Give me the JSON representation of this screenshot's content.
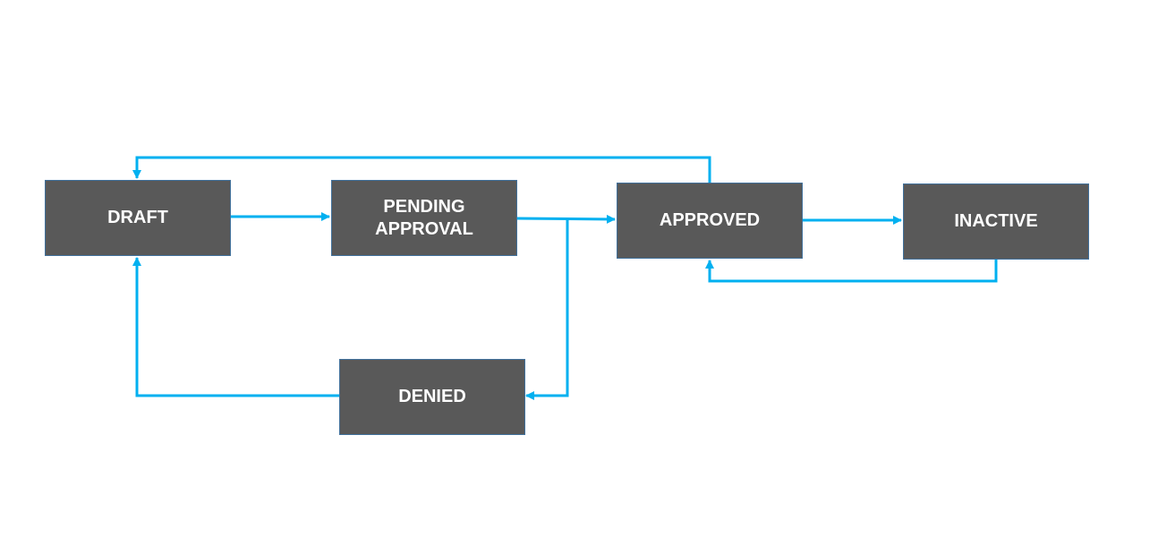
{
  "diagram": {
    "type": "state-transition-flowchart",
    "colors": {
      "box_fill": "#595959",
      "box_text": "#ffffff",
      "connector": "#00b0f0",
      "background": "#ffffff"
    },
    "states": [
      {
        "id": "draft",
        "label": "DRAFT"
      },
      {
        "id": "pending",
        "label": "PENDING\nAPPROVAL"
      },
      {
        "id": "approved",
        "label": "APPROVED"
      },
      {
        "id": "inactive",
        "label": "INACTIVE"
      },
      {
        "id": "denied",
        "label": "DENIED"
      }
    ],
    "transitions": [
      {
        "from": "draft",
        "to": "pending"
      },
      {
        "from": "pending",
        "to": "approved"
      },
      {
        "from": "pending",
        "to": "denied"
      },
      {
        "from": "approved",
        "to": "inactive"
      },
      {
        "from": "inactive",
        "to": "approved"
      },
      {
        "from": "approved",
        "to": "draft"
      },
      {
        "from": "denied",
        "to": "draft"
      }
    ]
  }
}
